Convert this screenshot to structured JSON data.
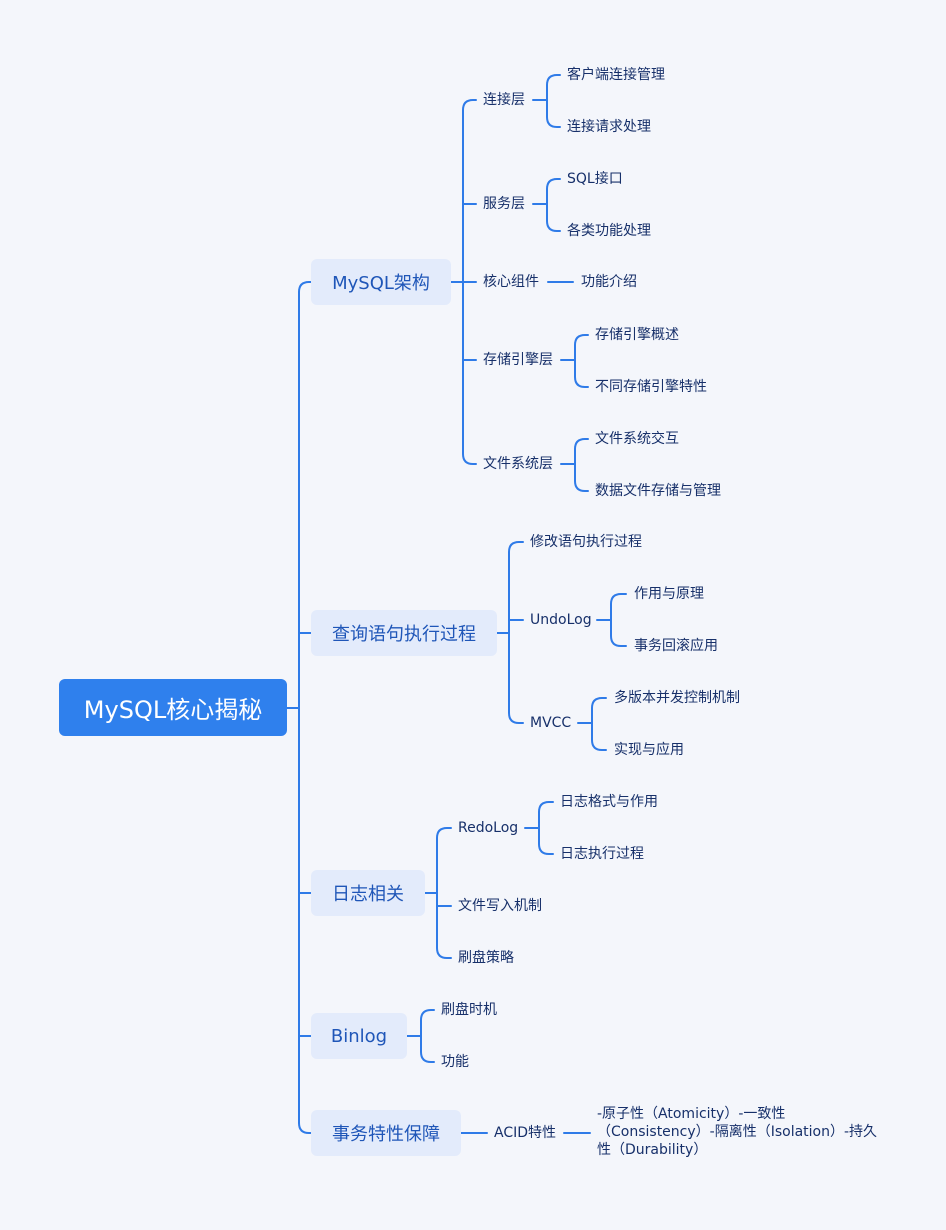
{
  "root": {
    "label": "MySQL核心揭秘"
  },
  "branches": [
    {
      "label": "MySQL架构",
      "children": [
        {
          "label": "连接层",
          "children": [
            {
              "label": "客户端连接管理"
            },
            {
              "label": "连接请求处理"
            }
          ]
        },
        {
          "label": "服务层",
          "children": [
            {
              "label": "SQL接口"
            },
            {
              "label": "各类功能处理"
            }
          ]
        },
        {
          "label": "核心组件",
          "children": [
            {
              "label": "功能介绍"
            }
          ]
        },
        {
          "label": "存储引擎层",
          "children": [
            {
              "label": "存储引擎概述"
            },
            {
              "label": "不同存储引擎特性"
            }
          ]
        },
        {
          "label": "文件系统层",
          "children": [
            {
              "label": "文件系统交互"
            },
            {
              "label": "数据文件存储与管理"
            }
          ]
        }
      ]
    },
    {
      "label": "查询语句执行过程",
      "children": [
        {
          "label": "修改语句执行过程"
        },
        {
          "label": "UndoLog",
          "children": [
            {
              "label": "作用与原理"
            },
            {
              "label": "事务回滚应用"
            }
          ]
        },
        {
          "label": "MVCC",
          "children": [
            {
              "label": "多版本并发控制机制"
            },
            {
              "label": "实现与应用"
            }
          ]
        }
      ]
    },
    {
      "label": "日志相关",
      "children": [
        {
          "label": "RedoLog",
          "children": [
            {
              "label": "日志格式与作用"
            },
            {
              "label": "日志执行过程"
            }
          ]
        },
        {
          "label": "文件写入机制"
        },
        {
          "label": "刷盘策略"
        }
      ]
    },
    {
      "label": "Binlog",
      "children": [
        {
          "label": "刷盘时机"
        },
        {
          "label": "功能"
        }
      ]
    },
    {
      "label": "事务特性保障",
      "children": [
        {
          "label": "ACID特性",
          "children": [
            {
              "label": "-原子性（Atomicity）-一致性（Consistency）-隔离性（Isolation）-持久性（Durability）"
            }
          ]
        }
      ]
    }
  ]
}
